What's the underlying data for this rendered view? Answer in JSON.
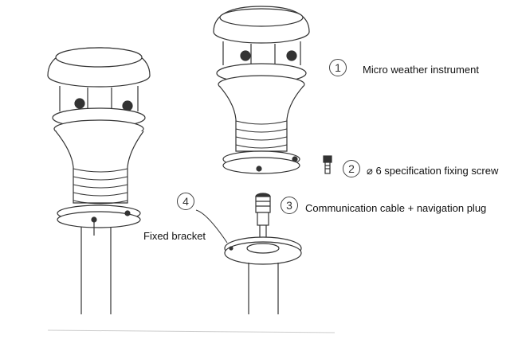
{
  "callouts": [
    {
      "number": "1",
      "label": "Micro weather instrument"
    },
    {
      "number": "2",
      "label": "⌀ 6 specification fixing screw"
    },
    {
      "number": "3",
      "label": "Communication cable + navigation plug"
    },
    {
      "number": "4",
      "label": "Fixed bracket"
    }
  ],
  "colors": {
    "stroke": "#333333",
    "fill": "#ffffff",
    "shade": "#dddddd"
  }
}
